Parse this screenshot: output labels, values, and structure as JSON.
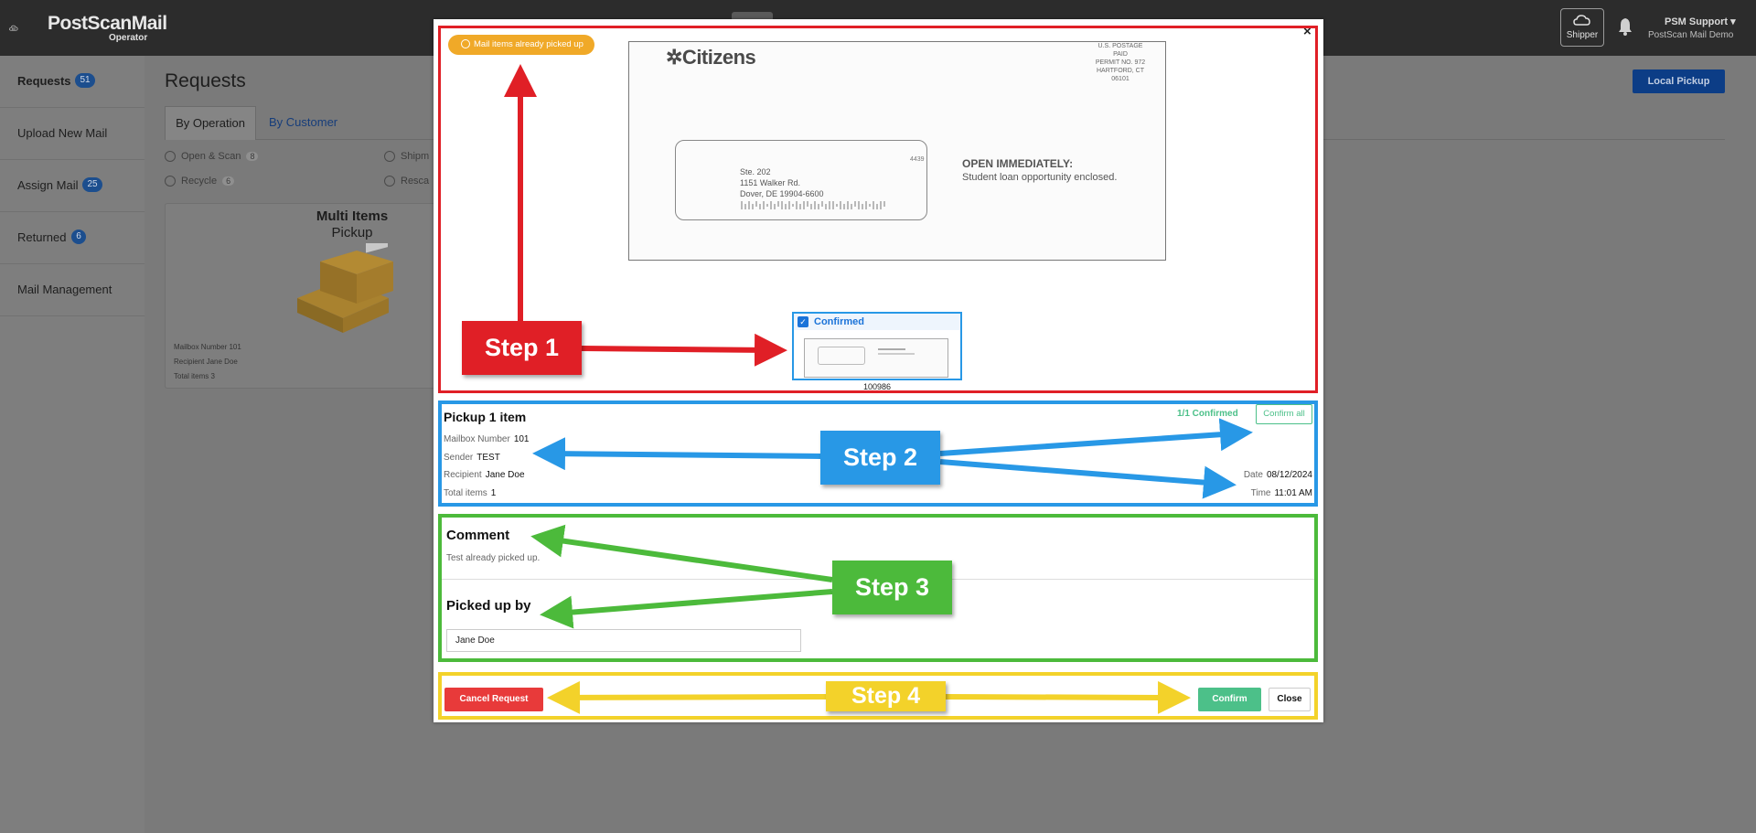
{
  "app": {
    "logo": {
      "brand_a": "Post",
      "brand_b": "Scan",
      "brand_c": "Mail",
      "sub": "Operator"
    },
    "shipper_label": "Shipper",
    "user": {
      "name": "PSM Support ▾",
      "org": "PostScan Mail Demo"
    }
  },
  "sidebar": {
    "items": [
      {
        "label": "Requests",
        "badge": "51"
      },
      {
        "label": "Upload New Mail",
        "badge": ""
      },
      {
        "label": "Assign Mail",
        "badge": "25"
      },
      {
        "label": "Returned",
        "badge": "6"
      },
      {
        "label": "Mail Management",
        "badge": ""
      }
    ]
  },
  "page": {
    "title": "Requests",
    "local_pickup": "Local Pickup",
    "tabs": [
      "By Operation",
      "By Customer"
    ],
    "filters": [
      {
        "label": "Open & Scan",
        "count": "8"
      },
      {
        "label": "Shipm",
        "count": ""
      },
      {
        "label": "Recycle",
        "count": "6"
      },
      {
        "label": "Resca",
        "count": ""
      }
    ],
    "card": {
      "title": "Multi Items",
      "subtitle": "Pickup",
      "mailbox_label": "Mailbox Number",
      "mailbox": "101",
      "recipient_label": "Recipient",
      "recipient": "Jane Doe",
      "items_label": "Total items",
      "items": "3"
    }
  },
  "modal": {
    "close": "×",
    "picked_badge": "Mail items already picked up",
    "envelope": {
      "logo": "✲Citizens",
      "postage": [
        "U.S. POSTAGE",
        "PAID",
        "PERMIT NO. 972",
        "HARTFORD, CT 06101"
      ],
      "code": "4439",
      "address": [
        "Ste. 202",
        "1151 Walker Rd.",
        "Dover, DE 19904-6600"
      ],
      "open_title": "OPEN IMMEDIATELY:",
      "open_sub": "Student loan opportunity enclosed."
    },
    "thumb": {
      "label": "Confirmed",
      "id": "100986"
    },
    "pickup": {
      "title": "Pickup 1 item",
      "confirmed": "1/1 Confirmed",
      "confirm_all": "Confirm all",
      "mailbox_label": "Mailbox Number",
      "mailbox": "101",
      "sender_label": "Sender",
      "sender": "TEST",
      "recipient_label": "Recipient",
      "recipient": "Jane Doe",
      "items_label": "Total items",
      "items": "1",
      "date_label": "Date",
      "date": "08/12/2024",
      "time_label": "Time",
      "time": "11:01 AM"
    },
    "comment": {
      "title": "Comment",
      "text": "Test already picked up."
    },
    "picked_up_by": {
      "title": "Picked up by",
      "value": "Jane Doe"
    },
    "buttons": {
      "cancel": "Cancel Request",
      "confirm": "Confirm",
      "close": "Close"
    }
  },
  "annotations": {
    "step1": "Step 1",
    "step2": "Step 2",
    "step3": "Step 3",
    "step4": "Step 4",
    "colors": {
      "step1": "#e01f26",
      "step2": "#2898e6",
      "step3": "#4cba3b",
      "step4": "#f3d22a"
    }
  }
}
